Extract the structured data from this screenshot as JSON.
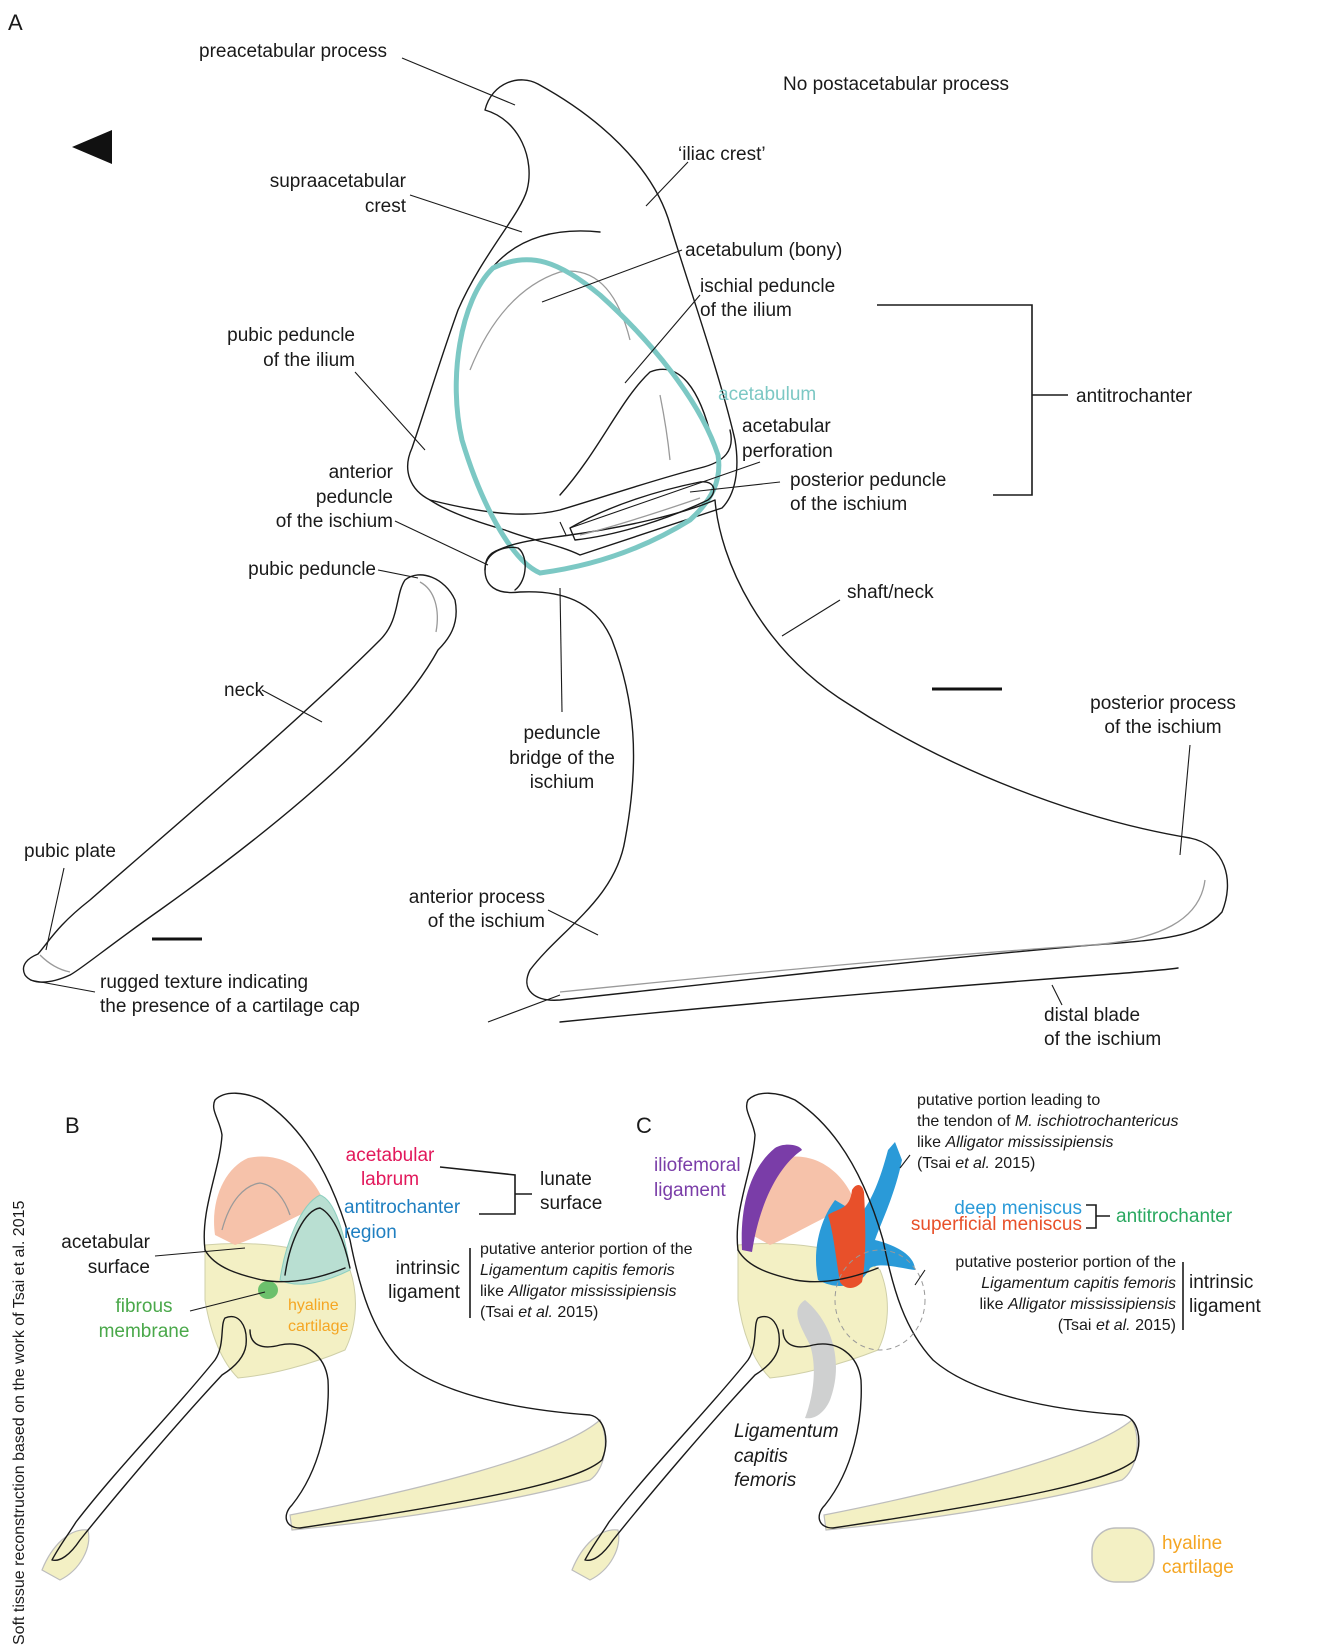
{
  "panels": {
    "a": "A",
    "b": "B",
    "c": "C"
  },
  "colors": {
    "acetabulum": "#7cc8c4",
    "hyaline": "#f3f0c4",
    "hyaline_text": "#f5a623",
    "labrum_fill": "#f6c2aa",
    "labrum_text": "#e2185b",
    "antitrochanter_fill": "#b9dfd2",
    "antitrochanter_text": "#1f7fc1",
    "fibrous": "#6cc06c",
    "iliofemoral": "#7a3da8",
    "deep_meniscus": "#2a9ad8",
    "superficial_meniscus": "#e8502a",
    "antitrochanter_c": "#2aa860",
    "ligamentum": "#cfd0d0"
  },
  "panel_a": {
    "preacetabular": "preacetabular process",
    "no_post": "No postacetabular process",
    "iliac_crest": "‘iliac crest’",
    "supra_1": "supraacetabular",
    "supra_2": "crest",
    "acet_bony": "acetabulum (bony)",
    "ischial_ped_1": "ischial peduncle",
    "ischial_ped_2": "of the ilium",
    "pubic_ped_ilium_1": "pubic peduncle",
    "pubic_ped_ilium_2": "of the ilium",
    "acetabulum": "acetabulum",
    "antitrochanter": "antitrochanter",
    "acet_perf_1": "acetabular",
    "acet_perf_2": "perforation",
    "post_ped_1": "posterior peduncle",
    "post_ped_2": "of the ischium",
    "ant_ped_1": "anterior",
    "ant_ped_2": "peduncle",
    "ant_ped_3": "of the ischium",
    "pubic_ped": "pubic peduncle",
    "shaft": "shaft/neck",
    "neck": "neck",
    "ped_bridge_1": "peduncle",
    "ped_bridge_2": "bridge of the",
    "ped_bridge_3": "ischium",
    "post_proc_1": "posterior process",
    "post_proc_2": "of the ischium",
    "pubic_plate": "pubic plate",
    "ant_proc_1": "anterior process",
    "ant_proc_2": "of the ischium",
    "rugged_1": "rugged texture indicating",
    "rugged_2": "the presence of a cartilage cap",
    "distal_1": "distal blade",
    "distal_2": "of the ischium"
  },
  "credit": "Soft tissue reconstruction based on the work of Tsai et al. 2015",
  "panel_b": {
    "labrum_1": "acetabular",
    "labrum_2": "labrum",
    "lunate_1": "lunate",
    "lunate_2": "surface",
    "antitroch_1": "antitrochanter",
    "antitroch_2": "region",
    "acet_surf_1": "acetabular",
    "acet_surf_2": "surface",
    "intrinsic_1": "intrinsic",
    "intrinsic_2": "ligament",
    "put_ant_1": "putative anterior portion of the",
    "put_ant_2": "Ligamentum capitis femoris",
    "put_ant_3a": "like ",
    "put_ant_3b": "Alligator mississipiensis",
    "put_ant_4a": "(Tsai ",
    "put_ant_4b": "et al.",
    "put_ant_4c": " 2015)",
    "fibrous_1": "fibrous",
    "fibrous_2": "membrane",
    "hyaline_1": "hyaline",
    "hyaline_2": "cartilage"
  },
  "panel_c": {
    "put_tend_1": "putative portion leading to",
    "put_tend_2a": "the tendon of ",
    "put_tend_2b": "M. ischiotrochantericus",
    "put_tend_3a": "like ",
    "put_tend_3b": "Alligator mississipiensis",
    "put_tend_4a": "(Tsai ",
    "put_tend_4b": "et al.",
    "put_tend_4c": " 2015)",
    "iliofem_1": "iliofemoral",
    "iliofem_2": "ligament",
    "deep": "deep meniscus",
    "superficial": "superficial meniscus",
    "antitroch": "antitrochanter",
    "put_post_1": "putative posterior portion of the",
    "put_post_2": "Ligamentum capitis femoris",
    "put_post_3a": "like ",
    "put_post_3b": "Alligator mississipiensis",
    "put_post_4a": "(Tsai ",
    "put_post_4b": "et al.",
    "put_post_4c": " 2015)",
    "intrinsic_1": "intrinsic",
    "intrinsic_2": "ligament",
    "lig_1": "Ligamentum",
    "lig_2": "capitis",
    "lig_3": "femoris"
  },
  "legend": {
    "hyaline_1": "hyaline",
    "hyaline_2": "cartilage"
  }
}
